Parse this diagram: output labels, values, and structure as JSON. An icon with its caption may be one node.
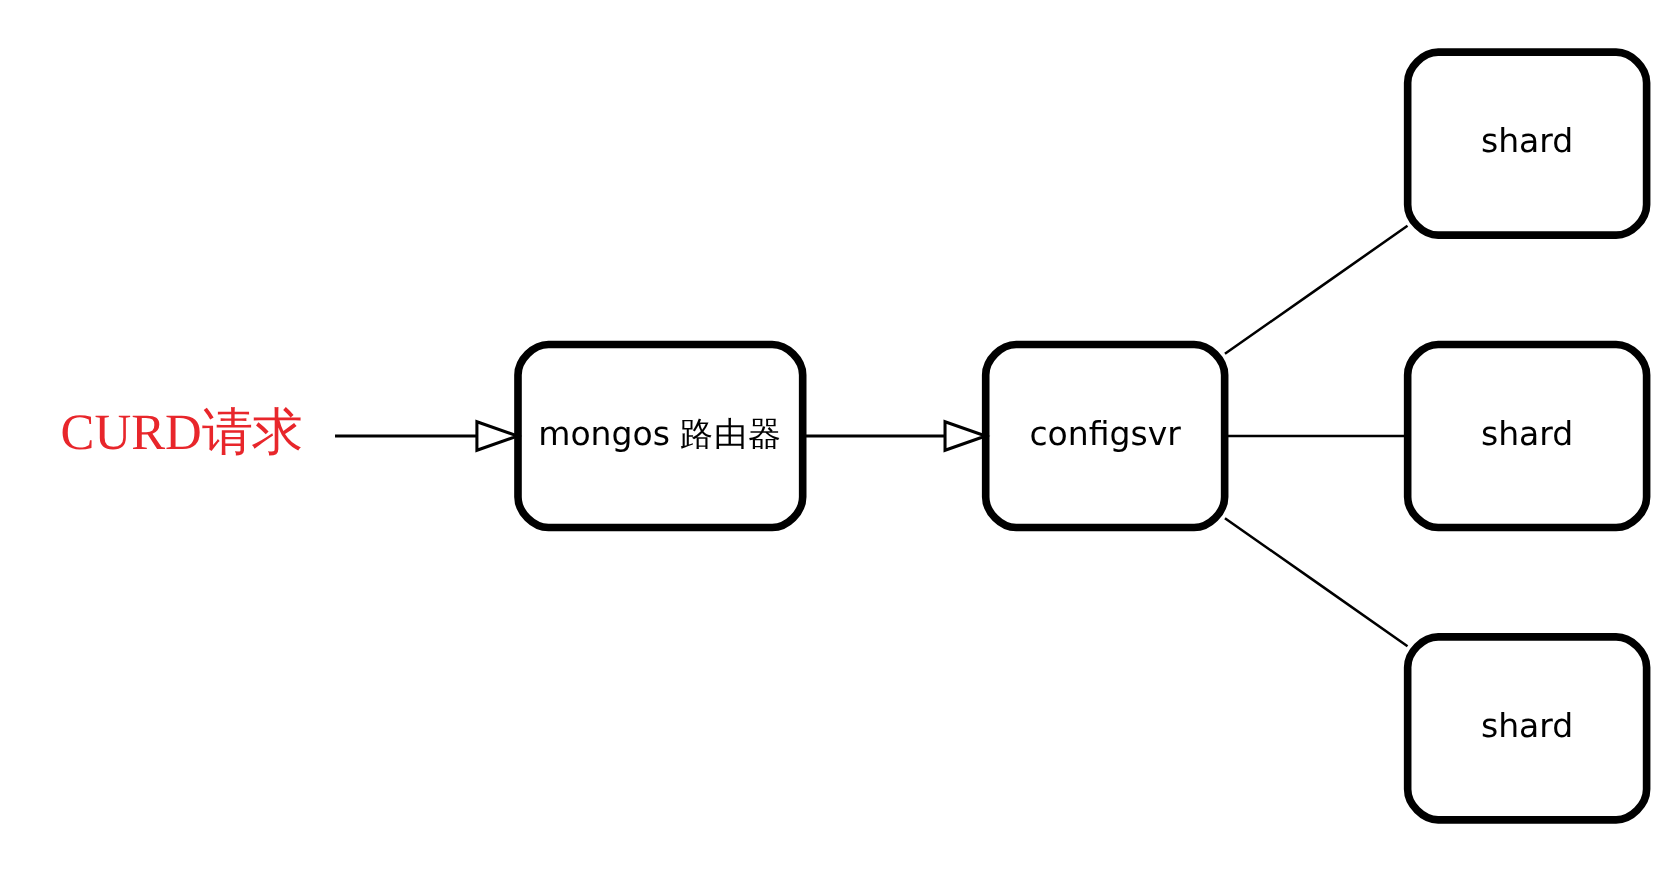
{
  "diagram": {
    "nodes": [
      {
        "text": [
          "CURD请求"
        ]
      },
      {
        "text": [
          "mongos 路由器"
        ]
      },
      {
        "text": [
          "configsvr"
        ]
      },
      {
        "text": [
          "shard"
        ]
      },
      {
        "text": [
          "shard"
        ]
      },
      {
        "text": [
          "shard"
        ]
      }
    ],
    "edges": [
      {
        "from": 0,
        "to": 1,
        "arrow": "to"
      },
      {
        "from": 1,
        "to": 2,
        "arrow": "to"
      },
      {
        "from": 2,
        "to": 3,
        "arrow": "none"
      },
      {
        "from": 2,
        "to": 4,
        "arrow": "none"
      },
      {
        "from": 2,
        "to": 5,
        "arrow": "none"
      }
    ]
  }
}
